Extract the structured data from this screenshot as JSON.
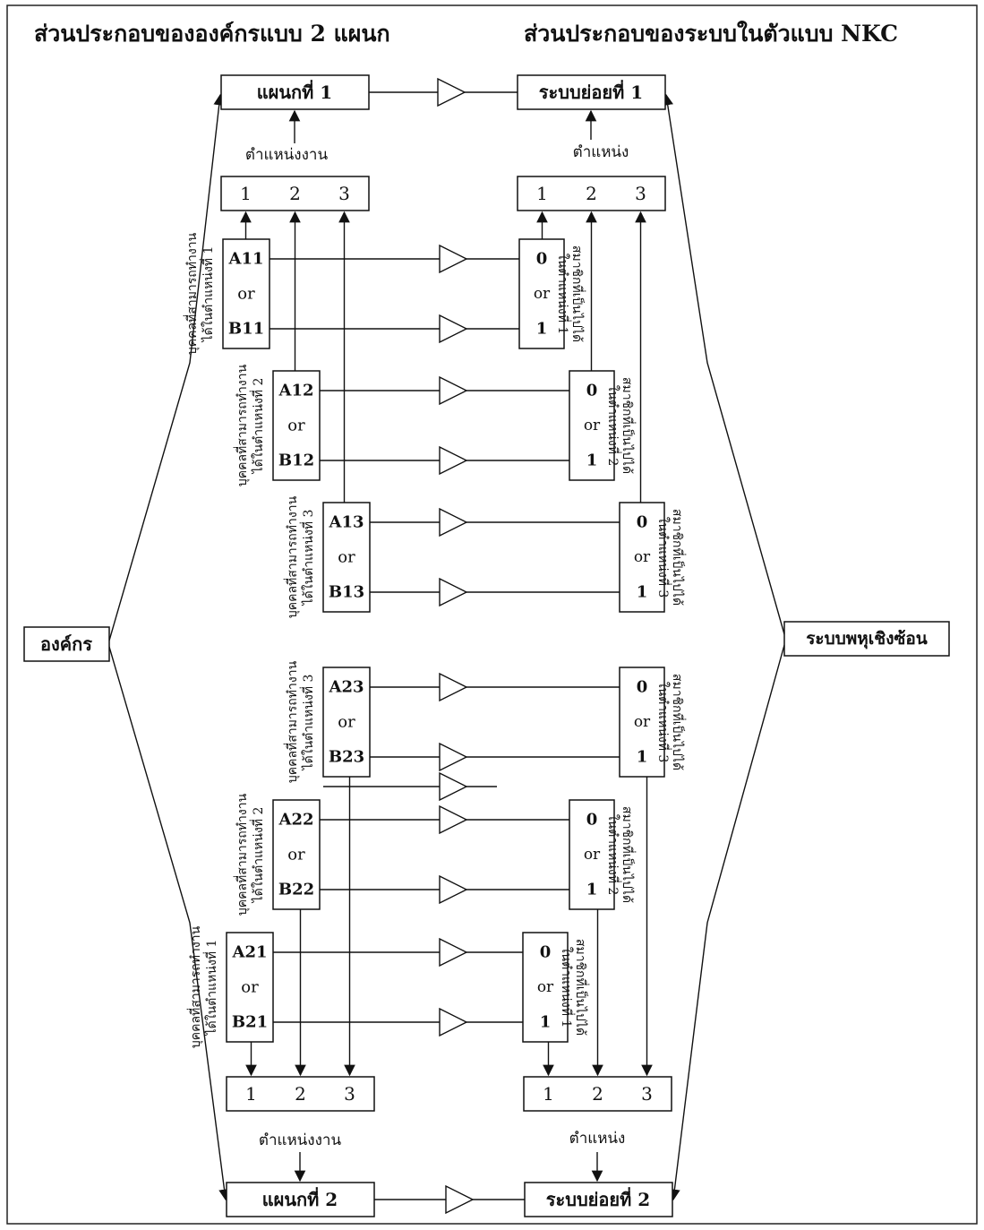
{
  "headers": {
    "left": "ส่วนประกอบขององค์กรแบบ 2 แผนก",
    "right": "ส่วนประกอบของระบบในตัวแบบ NKC"
  },
  "org": "องค์กร",
  "system": "ระบบพหุเชิงซ้อน",
  "dept1": "แผนกที่ 1",
  "dept2": "แผนกที่ 2",
  "sub1": "ระบบย่อยที่ 1",
  "sub2": "ระบบย่อยที่ 2",
  "left_position_label": "ตำแหน่งงาน",
  "right_position_label": "ตำแหน่ง",
  "position_numbers": [
    "1",
    "2",
    "3"
  ],
  "or_text": "or",
  "zero": "0",
  "one": "1",
  "workers": [
    {
      "top": "A11",
      "bottom": "B11"
    },
    {
      "top": "A12",
      "bottom": "B12"
    },
    {
      "top": "A13",
      "bottom": "B13"
    },
    {
      "top": "A23",
      "bottom": "B23"
    },
    {
      "top": "A22",
      "bottom": "B22"
    },
    {
      "top": "A21",
      "bottom": "B21"
    }
  ],
  "worker_captions": [
    [
      "บุคคลที่สามารถทำงาน",
      "ได้ในตำแหน่งที่ 1"
    ],
    [
      "บุคคลที่สามารถทำงาน",
      "ได้ในตำแหน่งที่ 2"
    ],
    [
      "บุคคลที่สามารถทำงาน",
      "ได้ในตำแหน่งที่ 3"
    ],
    [
      "บุคคลที่สามารถทำงาน",
      "ได้ในตำแหน่งที่ 3"
    ],
    [
      "บุคคลที่สามารถทำงาน",
      "ได้ในตำแหน่งที่ 2"
    ],
    [
      "บุคคลที่สามารถทำงาน",
      "ได้ในตำแหน่งที่ 1"
    ]
  ],
  "member_captions": [
    [
      "สมาชิกที่เป็นไปได้",
      "ในตำแหน่งที่ 1"
    ],
    [
      "สมาชิกที่เป็นไปได้",
      "ในตำแหน่งที่ 2"
    ],
    [
      "สมาชิกที่เป็นไปได้",
      "ในตำแหน่งที่ 3"
    ],
    [
      "สมาชิกที่เป็นไปได้",
      "ในตำแหน่งที่ 3"
    ],
    [
      "สมาชิกที่เป็นไปได้",
      "ในตำแหน่งที่ 2"
    ],
    [
      "สมาชิกที่เป็นไปได้",
      "ในตำแหน่งที่ 1"
    ]
  ]
}
